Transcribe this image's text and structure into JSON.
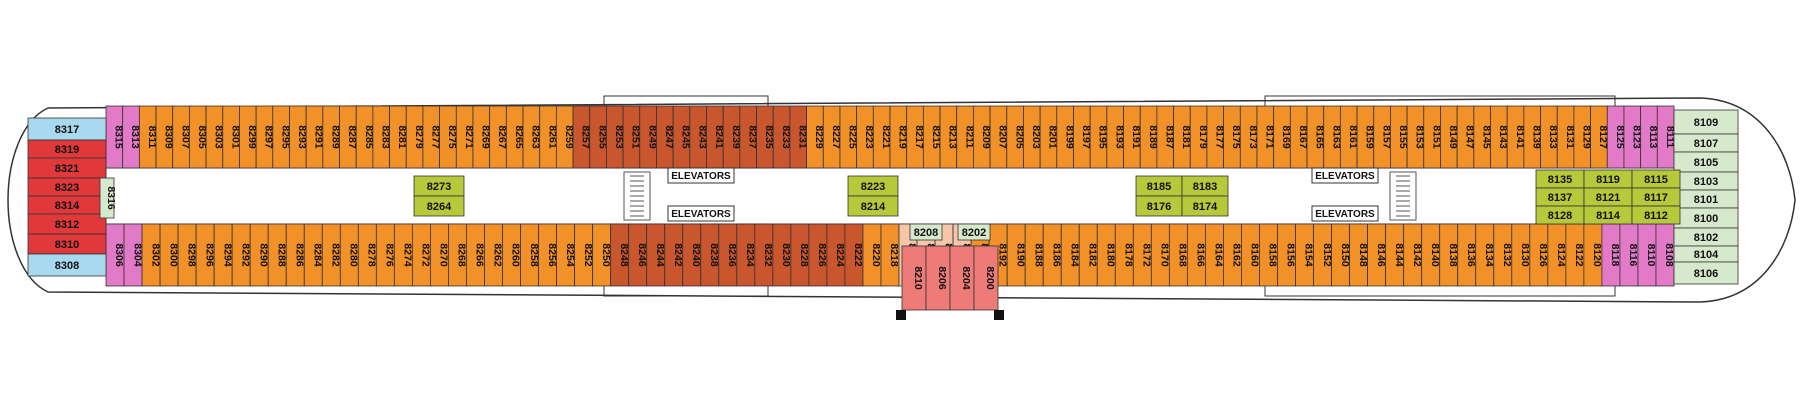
{
  "deck": {
    "colors": {
      "light_blue": "#a9d9ef",
      "red": "#e0383b",
      "pink": "#e27ac8",
      "orange": "#f39129",
      "dark_orange": "#c9562c",
      "peach": "#f7c6a9",
      "salmon": "#ee7b78",
      "olive": "#b5c93a",
      "light_green": "#d7e9cd",
      "corridor": "#ffffff",
      "outline": "#333333"
    },
    "elevator_label": "ELEVATORS",
    "top_row": [
      {
        "id": "8315",
        "c": "pink"
      },
      {
        "id": "8313",
        "c": "pink"
      },
      {
        "id": "8311",
        "c": "orange"
      },
      {
        "id": "8309",
        "c": "orange"
      },
      {
        "id": "8307",
        "c": "orange"
      },
      {
        "id": "8305",
        "c": "orange"
      },
      {
        "id": "8303",
        "c": "orange"
      },
      {
        "id": "8301",
        "c": "orange"
      },
      {
        "id": "8299",
        "c": "orange"
      },
      {
        "id": "8297",
        "c": "orange"
      },
      {
        "id": "8295",
        "c": "orange"
      },
      {
        "id": "8293",
        "c": "orange"
      },
      {
        "id": "8291",
        "c": "orange"
      },
      {
        "id": "8289",
        "c": "orange"
      },
      {
        "id": "8287",
        "c": "orange"
      },
      {
        "id": "8285",
        "c": "orange"
      },
      {
        "id": "8283",
        "c": "orange"
      },
      {
        "id": "8281",
        "c": "orange"
      },
      {
        "id": "8279",
        "c": "orange"
      },
      {
        "id": "8277",
        "c": "orange"
      },
      {
        "id": "8275",
        "c": "orange"
      },
      {
        "id": "8271",
        "c": "orange"
      },
      {
        "id": "8269",
        "c": "orange"
      },
      {
        "id": "8267",
        "c": "orange"
      },
      {
        "id": "8265",
        "c": "orange"
      },
      {
        "id": "8263",
        "c": "orange"
      },
      {
        "id": "8261",
        "c": "orange"
      },
      {
        "id": "8259",
        "c": "orange"
      },
      {
        "id": "8257",
        "c": "dark_orange"
      },
      {
        "id": "8255",
        "c": "dark_orange"
      },
      {
        "id": "8253",
        "c": "dark_orange"
      },
      {
        "id": "8251",
        "c": "dark_orange"
      },
      {
        "id": "8249",
        "c": "dark_orange"
      },
      {
        "id": "8247",
        "c": "dark_orange"
      },
      {
        "id": "8245",
        "c": "dark_orange"
      },
      {
        "id": "8243",
        "c": "dark_orange"
      },
      {
        "id": "8241",
        "c": "dark_orange"
      },
      {
        "id": "8239",
        "c": "dark_orange"
      },
      {
        "id": "8237",
        "c": "dark_orange"
      },
      {
        "id": "8235",
        "c": "dark_orange"
      },
      {
        "id": "8233",
        "c": "dark_orange"
      },
      {
        "id": "8231",
        "c": "dark_orange"
      },
      {
        "id": "8229",
        "c": "orange"
      },
      {
        "id": "8227",
        "c": "orange"
      },
      {
        "id": "8225",
        "c": "orange"
      },
      {
        "id": "8223",
        "c": "orange"
      },
      {
        "id": "8221",
        "c": "orange"
      },
      {
        "id": "8219",
        "c": "orange"
      },
      {
        "id": "8217",
        "c": "orange"
      },
      {
        "id": "8215",
        "c": "orange"
      },
      {
        "id": "8213",
        "c": "orange"
      },
      {
        "id": "8211",
        "c": "orange"
      },
      {
        "id": "8209",
        "c": "orange"
      },
      {
        "id": "8207",
        "c": "orange"
      },
      {
        "id": "8205",
        "c": "orange"
      },
      {
        "id": "8203",
        "c": "orange"
      },
      {
        "id": "8201",
        "c": "orange"
      },
      {
        "id": "8199",
        "c": "orange"
      },
      {
        "id": "8197",
        "c": "orange"
      },
      {
        "id": "8195",
        "c": "orange"
      },
      {
        "id": "8193",
        "c": "orange"
      },
      {
        "id": "8191",
        "c": "orange"
      },
      {
        "id": "8189",
        "c": "orange"
      },
      {
        "id": "8187",
        "c": "orange"
      },
      {
        "id": "8181",
        "c": "orange"
      },
      {
        "id": "8179",
        "c": "orange"
      },
      {
        "id": "8177",
        "c": "orange"
      },
      {
        "id": "8175",
        "c": "orange"
      },
      {
        "id": "8173",
        "c": "orange"
      },
      {
        "id": "8171",
        "c": "orange"
      },
      {
        "id": "8169",
        "c": "orange"
      },
      {
        "id": "8167",
        "c": "orange"
      },
      {
        "id": "8165",
        "c": "orange"
      },
      {
        "id": "8163",
        "c": "orange"
      },
      {
        "id": "8161",
        "c": "orange"
      },
      {
        "id": "8159",
        "c": "orange"
      },
      {
        "id": "8157",
        "c": "orange"
      },
      {
        "id": "8155",
        "c": "orange"
      },
      {
        "id": "8153",
        "c": "orange"
      },
      {
        "id": "8151",
        "c": "orange"
      },
      {
        "id": "8149",
        "c": "orange"
      },
      {
        "id": "8147",
        "c": "orange"
      },
      {
        "id": "8145",
        "c": "orange"
      },
      {
        "id": "8143",
        "c": "orange"
      },
      {
        "id": "8141",
        "c": "orange"
      },
      {
        "id": "8139",
        "c": "orange"
      },
      {
        "id": "8133",
        "c": "orange"
      },
      {
        "id": "8131",
        "c": "orange"
      },
      {
        "id": "8129",
        "c": "orange"
      },
      {
        "id": "8127",
        "c": "orange"
      },
      {
        "id": "8125",
        "c": "pink"
      },
      {
        "id": "8123",
        "c": "pink"
      },
      {
        "id": "8113",
        "c": "pink"
      },
      {
        "id": "8111",
        "c": "pink"
      }
    ],
    "bottom_row": [
      {
        "id": "8306",
        "c": "pink"
      },
      {
        "id": "8304",
        "c": "pink"
      },
      {
        "id": "8302",
        "c": "orange"
      },
      {
        "id": "8300",
        "c": "orange"
      },
      {
        "id": "8298",
        "c": "orange"
      },
      {
        "id": "8296",
        "c": "orange"
      },
      {
        "id": "8294",
        "c": "orange"
      },
      {
        "id": "8292",
        "c": "orange"
      },
      {
        "id": "8290",
        "c": "orange"
      },
      {
        "id": "8288",
        "c": "orange"
      },
      {
        "id": "8286",
        "c": "orange"
      },
      {
        "id": "8284",
        "c": "orange"
      },
      {
        "id": "8282",
        "c": "orange"
      },
      {
        "id": "8280",
        "c": "orange"
      },
      {
        "id": "8278",
        "c": "orange"
      },
      {
        "id": "8276",
        "c": "orange"
      },
      {
        "id": "8274",
        "c": "orange"
      },
      {
        "id": "8272",
        "c": "orange"
      },
      {
        "id": "8270",
        "c": "orange"
      },
      {
        "id": "8268",
        "c": "orange"
      },
      {
        "id": "8266",
        "c": "orange"
      },
      {
        "id": "8262",
        "c": "orange"
      },
      {
        "id": "8260",
        "c": "orange"
      },
      {
        "id": "8258",
        "c": "orange"
      },
      {
        "id": "8256",
        "c": "orange"
      },
      {
        "id": "8254",
        "c": "orange"
      },
      {
        "id": "8252",
        "c": "orange"
      },
      {
        "id": "8250",
        "c": "orange"
      },
      {
        "id": "8248",
        "c": "dark_orange"
      },
      {
        "id": "8246",
        "c": "dark_orange"
      },
      {
        "id": "8244",
        "c": "dark_orange"
      },
      {
        "id": "8242",
        "c": "dark_orange"
      },
      {
        "id": "8240",
        "c": "dark_orange"
      },
      {
        "id": "8238",
        "c": "dark_orange"
      },
      {
        "id": "8236",
        "c": "dark_orange"
      },
      {
        "id": "8234",
        "c": "dark_orange"
      },
      {
        "id": "8232",
        "c": "dark_orange"
      },
      {
        "id": "8230",
        "c": "dark_orange"
      },
      {
        "id": "8228",
        "c": "dark_orange"
      },
      {
        "id": "8226",
        "c": "dark_orange"
      },
      {
        "id": "8224",
        "c": "dark_orange"
      },
      {
        "id": "8222",
        "c": "dark_orange"
      },
      {
        "id": "8220",
        "c": "orange"
      },
      {
        "id": "8218",
        "c": "orange"
      },
      {
        "id": "8216",
        "c": "peach"
      },
      {
        "id": "8212",
        "c": "peach"
      },
      {
        "id": "8198",
        "c": "peach"
      },
      {
        "id": "8196",
        "c": "peach"
      },
      {
        "id": "8194",
        "c": "orange"
      },
      {
        "id": "8192",
        "c": "orange"
      },
      {
        "id": "8190",
        "c": "orange"
      },
      {
        "id": "8188",
        "c": "orange"
      },
      {
        "id": "8186",
        "c": "orange"
      },
      {
        "id": "8184",
        "c": "orange"
      },
      {
        "id": "8182",
        "c": "orange"
      },
      {
        "id": "8180",
        "c": "orange"
      },
      {
        "id": "8178",
        "c": "orange"
      },
      {
        "id": "8172",
        "c": "orange"
      },
      {
        "id": "8170",
        "c": "orange"
      },
      {
        "id": "8168",
        "c": "orange"
      },
      {
        "id": "8166",
        "c": "orange"
      },
      {
        "id": "8164",
        "c": "orange"
      },
      {
        "id": "8162",
        "c": "orange"
      },
      {
        "id": "8160",
        "c": "orange"
      },
      {
        "id": "8158",
        "c": "orange"
      },
      {
        "id": "8156",
        "c": "orange"
      },
      {
        "id": "8154",
        "c": "orange"
      },
      {
        "id": "8152",
        "c": "orange"
      },
      {
        "id": "8150",
        "c": "orange"
      },
      {
        "id": "8148",
        "c": "orange"
      },
      {
        "id": "8146",
        "c": "orange"
      },
      {
        "id": "8144",
        "c": "orange"
      },
      {
        "id": "8142",
        "c": "orange"
      },
      {
        "id": "8140",
        "c": "orange"
      },
      {
        "id": "8138",
        "c": "orange"
      },
      {
        "id": "8136",
        "c": "orange"
      },
      {
        "id": "8134",
        "c": "orange"
      },
      {
        "id": "8132",
        "c": "orange"
      },
      {
        "id": "8130",
        "c": "orange"
      },
      {
        "id": "8126",
        "c": "orange"
      },
      {
        "id": "8124",
        "c": "orange"
      },
      {
        "id": "8122",
        "c": "orange"
      },
      {
        "id": "8120",
        "c": "orange"
      },
      {
        "id": "8118",
        "c": "pink"
      },
      {
        "id": "8116",
        "c": "pink"
      },
      {
        "id": "8110",
        "c": "pink"
      },
      {
        "id": "8108",
        "c": "pink"
      }
    ],
    "aft_cabins": [
      "8317",
      "8319",
      "8321",
      "8323",
      "8314",
      "8312",
      "8310",
      "8308"
    ],
    "aft_side": "8316",
    "forward_cabins": [
      "8109",
      "8107",
      "8105",
      "8103",
      "8101",
      "8100",
      "8102",
      "8104",
      "8106"
    ],
    "center_blocks": [
      [
        "8273",
        "8264"
      ],
      [
        "8223",
        "8214"
      ],
      [
        "8185",
        "8183",
        "8176",
        "8174"
      ],
      [
        "8135",
        "8119",
        "8115",
        "8137",
        "8121",
        "8117",
        "8128",
        "8114",
        "8112"
      ]
    ],
    "middle_top": [
      "8208",
      "8202"
    ],
    "middle_bottom": [
      "8210",
      "8206",
      "8204",
      "8200"
    ]
  }
}
